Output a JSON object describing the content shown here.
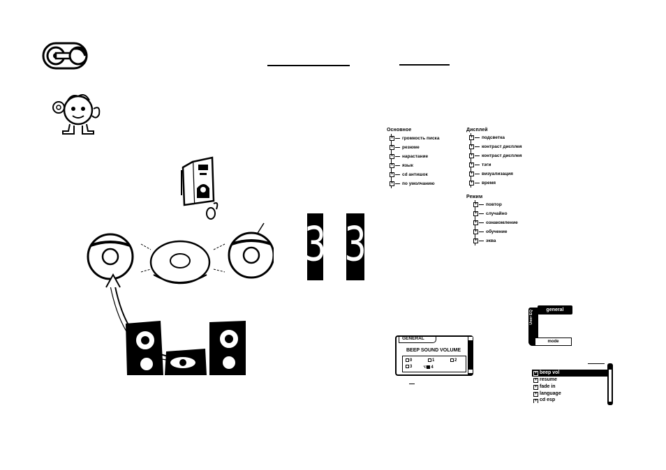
{
  "tree_basic": {
    "title": "Основное",
    "items": [
      "громкость писка",
      "резюме",
      "нарастание",
      "язык",
      "cd антишок",
      "по умолчанию"
    ]
  },
  "tree_display": {
    "title": "Дисплей",
    "items": [
      "подсветка",
      "контраст дисплея",
      "контраст дисплея",
      "тэги",
      "визуализация",
      "время"
    ]
  },
  "tree_mode": {
    "title": "Режим",
    "items": [
      "повтор",
      "случайно",
      "ознакомление",
      "обучение",
      "эква"
    ]
  },
  "digits": [
    "3",
    "3"
  ],
  "beep_dialog": {
    "tab": "GENERAL",
    "title": "BEEP SOUND VOLUME",
    "options": [
      "0",
      "1",
      "2",
      "3",
      "4"
    ],
    "selected": "4"
  },
  "eq_card": {
    "tab": "general",
    "side": "User EQ",
    "bottom": "mode"
  },
  "menu": {
    "items": [
      "beep vol",
      "resume",
      "fade in",
      "language",
      "cd esp"
    ],
    "selected_index": 0
  },
  "icons": {
    "logo": "knob-icon",
    "mascot": "cd-mascot-icon"
  }
}
